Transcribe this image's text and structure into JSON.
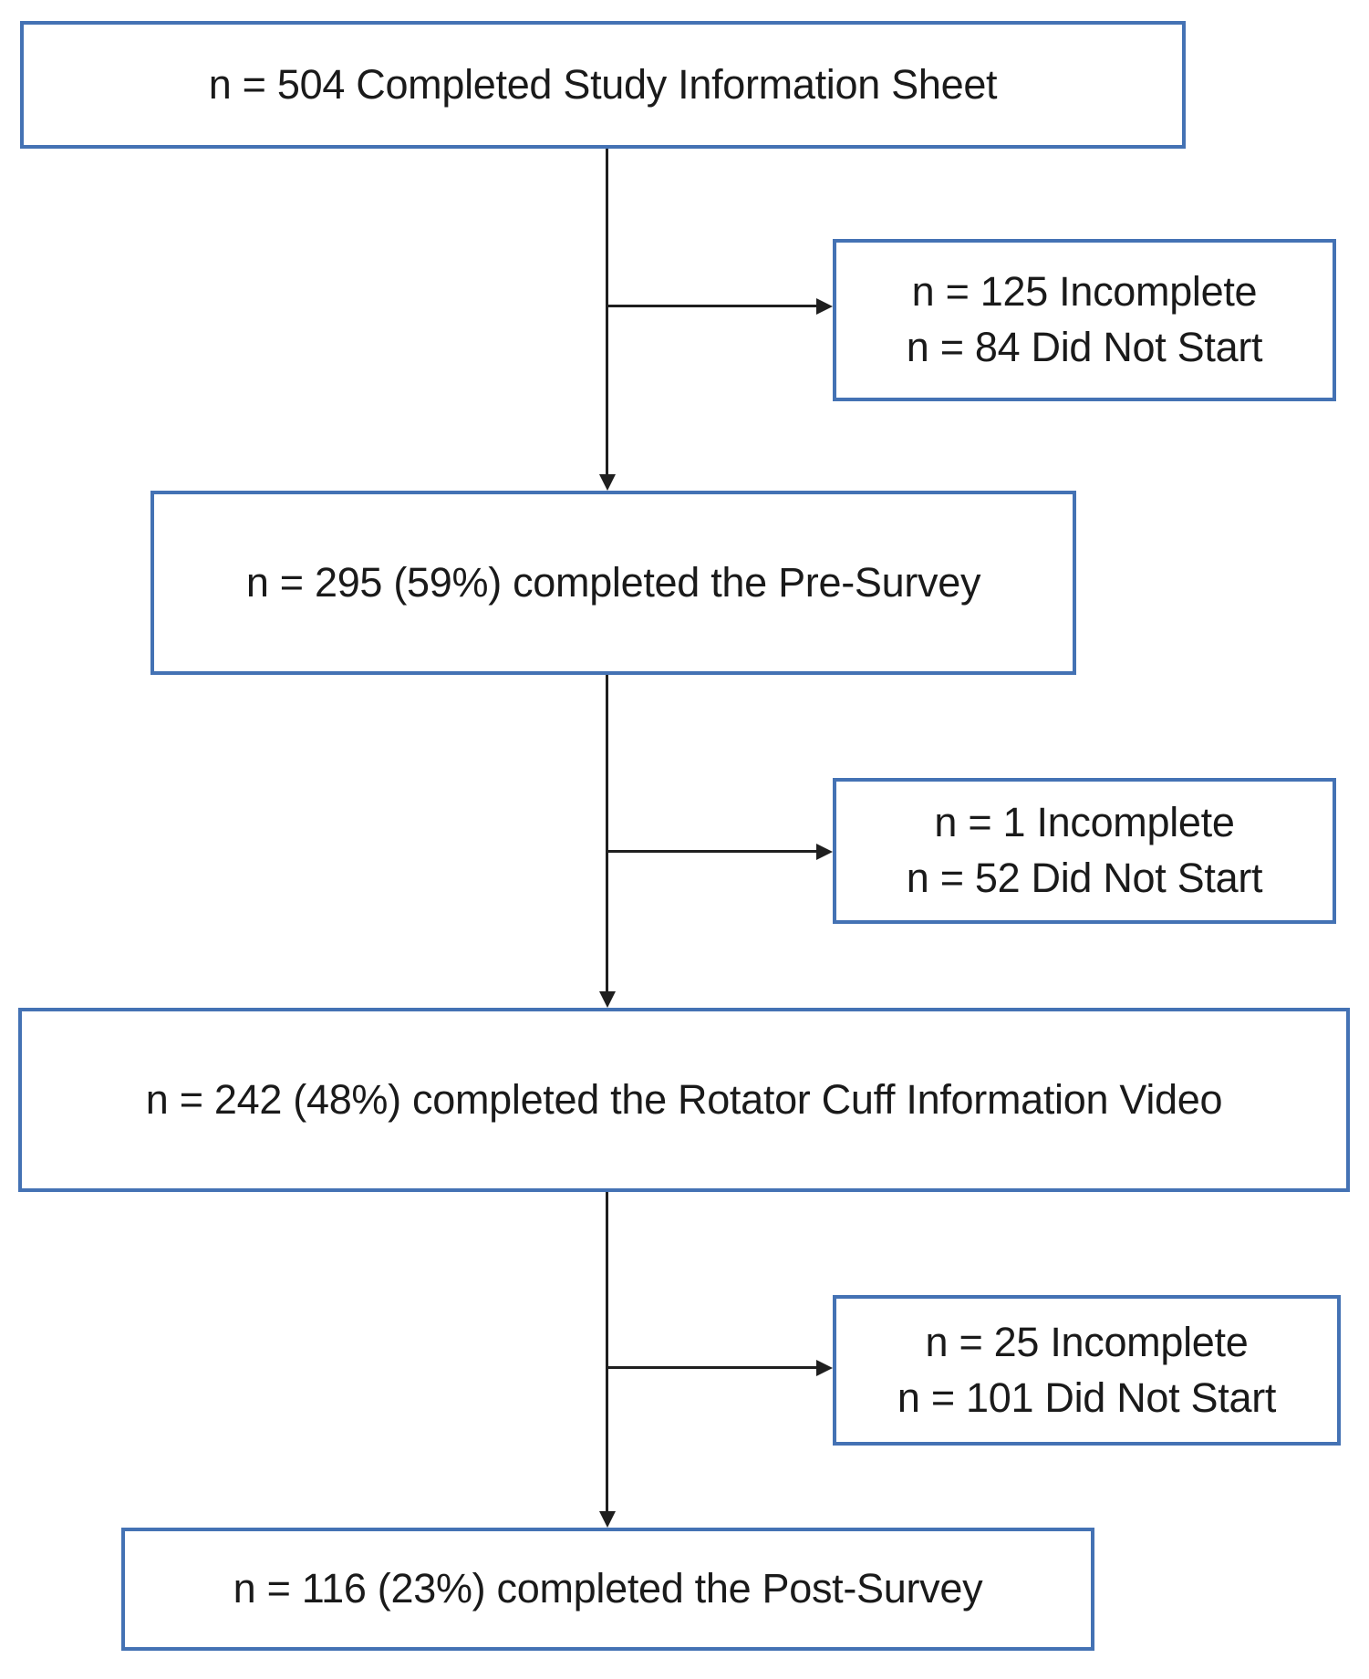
{
  "colors": {
    "box_border": "#4472b4",
    "connector": "#1f1f1f",
    "text": "#1a1a1a",
    "background": "#ffffff"
  },
  "flow": {
    "steps": [
      {
        "id": "info-sheet",
        "label": "n = 504 Completed Study Information Sheet"
      },
      {
        "id": "pre-survey",
        "label": "n = 295 (59%) completed the Pre-Survey"
      },
      {
        "id": "video",
        "label": "n = 242 (48%) completed the Rotator Cuff Information Video"
      },
      {
        "id": "post-survey",
        "label": "n = 116 (23%) completed the Post-Survey"
      }
    ],
    "exclusions": [
      {
        "id": "exclusion-1",
        "lines": [
          "n = 125 Incomplete",
          "n = 84 Did Not Start"
        ]
      },
      {
        "id": "exclusion-2",
        "lines": [
          "n = 1 Incomplete",
          "n = 52 Did Not Start"
        ]
      },
      {
        "id": "exclusion-3",
        "lines": [
          "n = 25 Incomplete",
          "n = 101 Did Not Start"
        ]
      }
    ],
    "edges": [
      {
        "from": "info-sheet",
        "to": "pre-survey"
      },
      {
        "from": "info-sheet",
        "to": "exclusion-1"
      },
      {
        "from": "pre-survey",
        "to": "video"
      },
      {
        "from": "pre-survey",
        "to": "exclusion-2"
      },
      {
        "from": "video",
        "to": "post-survey"
      },
      {
        "from": "video",
        "to": "exclusion-3"
      }
    ]
  }
}
